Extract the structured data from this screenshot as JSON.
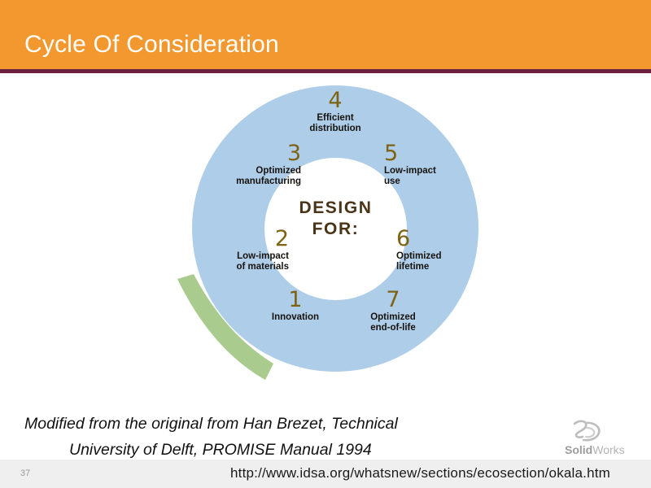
{
  "slide": {
    "title": "Cycle Of Consideration",
    "header_color": "#F2982F",
    "header_rule_color": "#6B2040",
    "background_color": "#FFFFFF"
  },
  "diagram": {
    "name": "design-for-cycle-wheel",
    "ring_color": "#AECDE8",
    "inner_color": "#FFFFFF",
    "arrow_color": "#A9CB8E",
    "number_color": "#7E6314",
    "label_color": "#16130F",
    "center_label": "DESIGN FOR:",
    "center_label_line1": "DESIGN",
    "center_label_line2": "FOR:",
    "nodes": [
      {
        "number": "1",
        "label": "Innovation",
        "label_line1": "Innovation",
        "label_line2": ""
      },
      {
        "number": "2",
        "label": "Low-impact of materials",
        "label_line1": "Low-impact",
        "label_line2": "of materials"
      },
      {
        "number": "3",
        "label": "Optimized manufacturing",
        "label_line1": "Optimized",
        "label_line2": "manufacturing"
      },
      {
        "number": "4",
        "label": "Efficient distribution",
        "label_line1": "Efficient",
        "label_line2": "distribution"
      },
      {
        "number": "5",
        "label": "Low-impact use",
        "label_line1": "Low-impact",
        "label_line2": "use"
      },
      {
        "number": "6",
        "label": "Optimized lifetime",
        "label_line1": "Optimized",
        "label_line2": "lifetime"
      },
      {
        "number": "7",
        "label": "Optimized end-of-life",
        "label_line1": "Optimized",
        "label_line2": "end-of-life"
      }
    ]
  },
  "caption": {
    "line1": "Modified from the original from Han  Brezet, Technical",
    "line2": "University of Delft, PROMISE Manual 1994"
  },
  "logo": {
    "mark": "3DS",
    "word_bold": "Solid",
    "word_light": "Works"
  },
  "footer": {
    "page_number": "37",
    "url": "http://www.idsa.org/whatsnew/sections/ecosection/okala.htm",
    "background_color": "#EFEFEF"
  }
}
